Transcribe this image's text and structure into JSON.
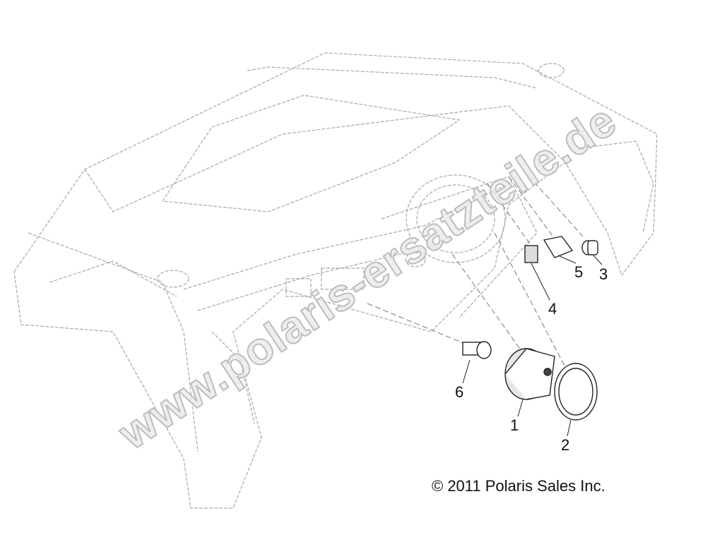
{
  "diagram": {
    "callouts": [
      {
        "id": "1",
        "label": "1"
      },
      {
        "id": "2",
        "label": "2"
      },
      {
        "id": "3",
        "label": "3"
      },
      {
        "id": "4",
        "label": "4"
      },
      {
        "id": "5",
        "label": "5"
      },
      {
        "id": "6",
        "label": "6"
      }
    ],
    "copyright": "© 2011 Polaris Sales Inc.",
    "watermark": "www.polaris-ersatzteile.de",
    "line_color": "#9a9a9a",
    "part_color": "#222222"
  }
}
